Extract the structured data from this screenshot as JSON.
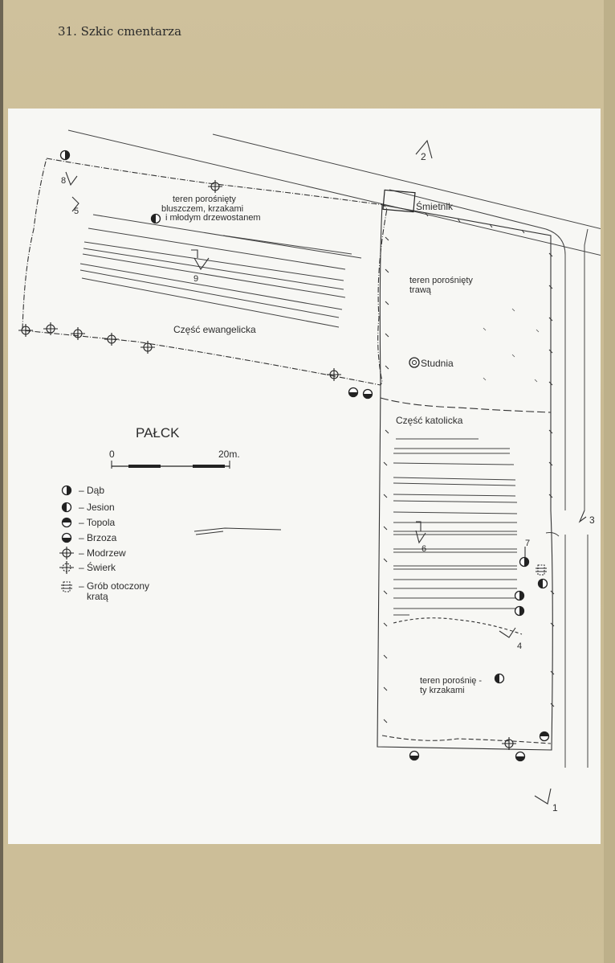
{
  "page": {
    "title": "31. Szkic cmentarza"
  },
  "map": {
    "place_name": "PAŁCK",
    "scale": {
      "start_label": "0",
      "end_label": "20m."
    },
    "areas": {
      "evangelical_label": "Część ewangelicka",
      "catholic_label": "Część katolicka",
      "ivy_note": [
        "teren porośnięty",
        "bluszczem, krzakami",
        "i młodym drzewostanem"
      ],
      "grass_note": [
        "teren porośnięty",
        "trawą"
      ],
      "bushes_note": [
        "teren porośnię -",
        "ty krzakami"
      ],
      "well_label": "Studnia",
      "dump_label": "Śmietnik"
    },
    "markers": [
      "2",
      "3",
      "1",
      "8",
      "5",
      "9",
      "6",
      "7",
      "4"
    ],
    "legend": [
      {
        "symbol": "oak",
        "label": "– Dąb"
      },
      {
        "symbol": "ash",
        "label": "– Jesion"
      },
      {
        "symbol": "poplar",
        "label": "– Topola"
      },
      {
        "symbol": "birch",
        "label": "– Brzoza"
      },
      {
        "symbol": "larch",
        "label": "– Modrzew"
      },
      {
        "symbol": "spruce",
        "label": "– Świerk"
      },
      {
        "symbol": "fenced-grave",
        "label": [
          "– Grób otoczony",
          "kratą"
        ]
      }
    ]
  }
}
